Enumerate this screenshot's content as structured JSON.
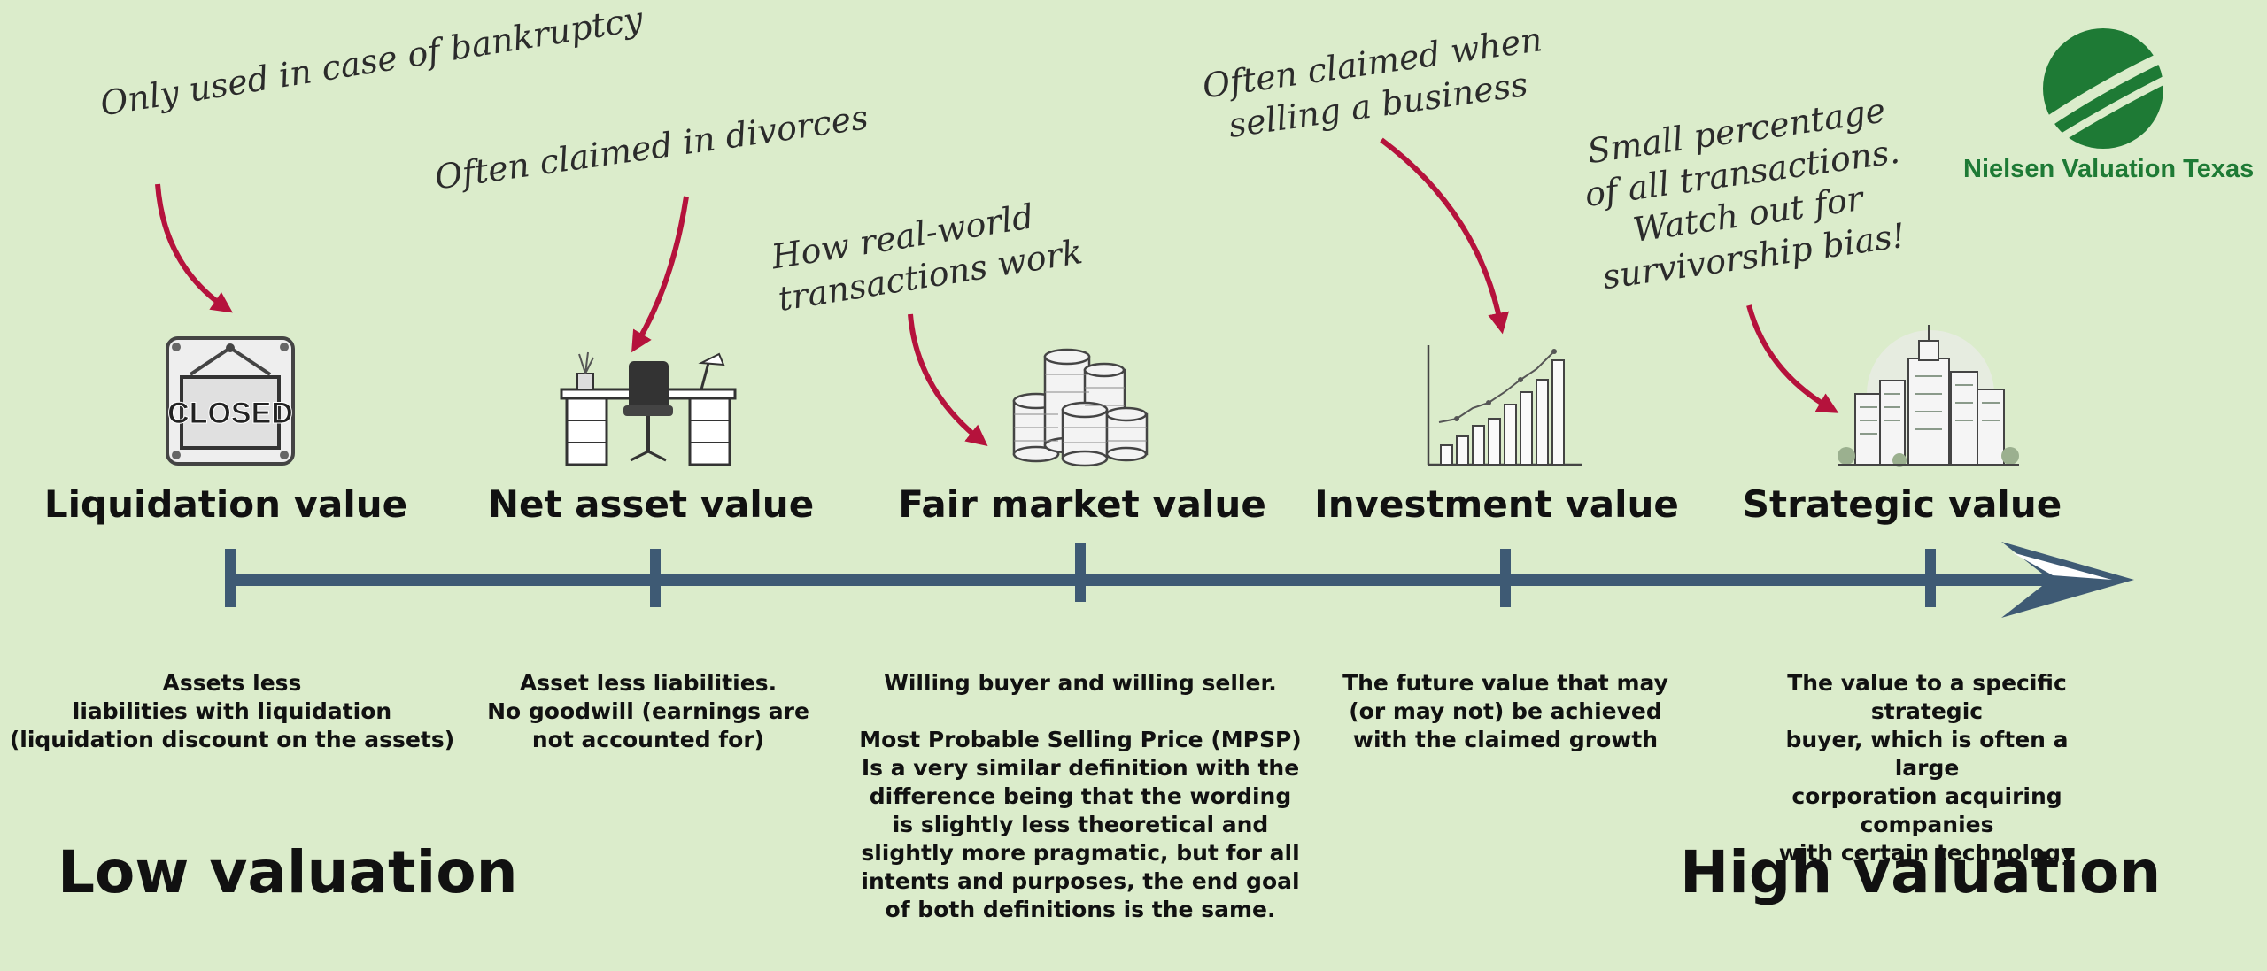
{
  "logo": {
    "text": "Nielsen Valuation Texas",
    "color": "#1e7a35"
  },
  "annotations": [
    {
      "id": "bankruptcy",
      "text": "Only used in case of bankruptcy"
    },
    {
      "id": "divorces",
      "text": "Often claimed in divorces"
    },
    {
      "id": "realworld",
      "lines": [
        "How real-world",
        "transactions work"
      ]
    },
    {
      "id": "selling",
      "lines": [
        "Often claimed when",
        "selling a business"
      ]
    },
    {
      "id": "survivorship",
      "lines": [
        "Small percentage",
        "of all transactions.",
        "Watch out for",
        "survivorship bias!"
      ]
    }
  ],
  "icons": [
    {
      "name": "closed-sign-icon",
      "sign_text": "CLOSED"
    },
    {
      "name": "office-desk-icon"
    },
    {
      "name": "coin-stacks-icon"
    },
    {
      "name": "growth-bar-chart-icon"
    },
    {
      "name": "city-skyline-icon"
    }
  ],
  "stages": [
    {
      "title": "Liquidation value",
      "description": "Assets less\nliabilities with liquidation\n(liquidation discount on the assets)"
    },
    {
      "title": "Net asset value",
      "description": "Asset less liabilities.\nNo goodwill (earnings are\nnot accounted for)"
    },
    {
      "title": "Fair market value",
      "description": "Willing buyer and willing seller.\n\nMost Probable Selling Price (MPSP)\nIs a very similar definition with the\ndifference being that the wording\nis slightly less theoretical and\nslightly more pragmatic, but for all\nintents and purposes, the end goal\nof both definitions is the same."
    },
    {
      "title": "Investment value",
      "description": "The future value that may\n(or may not) be achieved\nwith the claimed growth"
    },
    {
      "title": "Strategic value",
      "description": "The value to a specific strategic\nbuyer, which is often a large\ncorporation acquiring companies\nwith certain technology"
    }
  ],
  "scale": {
    "low_label": "Low valuation",
    "high_label": "High valuation"
  },
  "colors": {
    "axis": "#3e5a74",
    "arrow_annotation": "#b5123c",
    "background": "#dbeccb"
  }
}
